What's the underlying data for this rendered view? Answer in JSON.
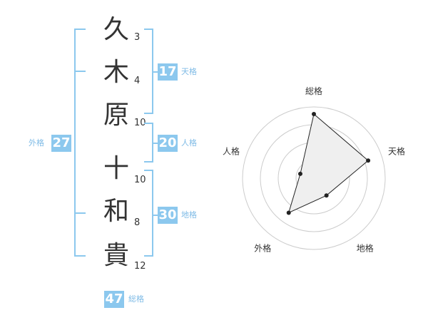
{
  "name": {
    "chars": [
      {
        "char": "久",
        "strokes": "3"
      },
      {
        "char": "木",
        "strokes": "4"
      },
      {
        "char": "原",
        "strokes": "10"
      },
      {
        "char": "十",
        "strokes": "10"
      },
      {
        "char": "和",
        "strokes": "8"
      },
      {
        "char": "貴",
        "strokes": "12"
      }
    ]
  },
  "kaku": {
    "tenkaku": {
      "value": "17",
      "label": "天格"
    },
    "jinkaku": {
      "value": "20",
      "label": "人格"
    },
    "chikaku": {
      "value": "30",
      "label": "地格"
    },
    "gaikaku": {
      "value": "27",
      "label": "外格"
    },
    "soukaku": {
      "value": "47",
      "label": "総格"
    }
  },
  "chart_data": {
    "type": "radar",
    "axes": [
      "総格",
      "天格",
      "地格",
      "外格",
      "人格"
    ],
    "values": [
      4.5,
      4,
      1.5,
      3,
      1
    ],
    "max": 5,
    "rings": 4
  },
  "colors": {
    "accent": "#8cc8ee",
    "label": "#7fbbe6",
    "text": "#333333"
  }
}
